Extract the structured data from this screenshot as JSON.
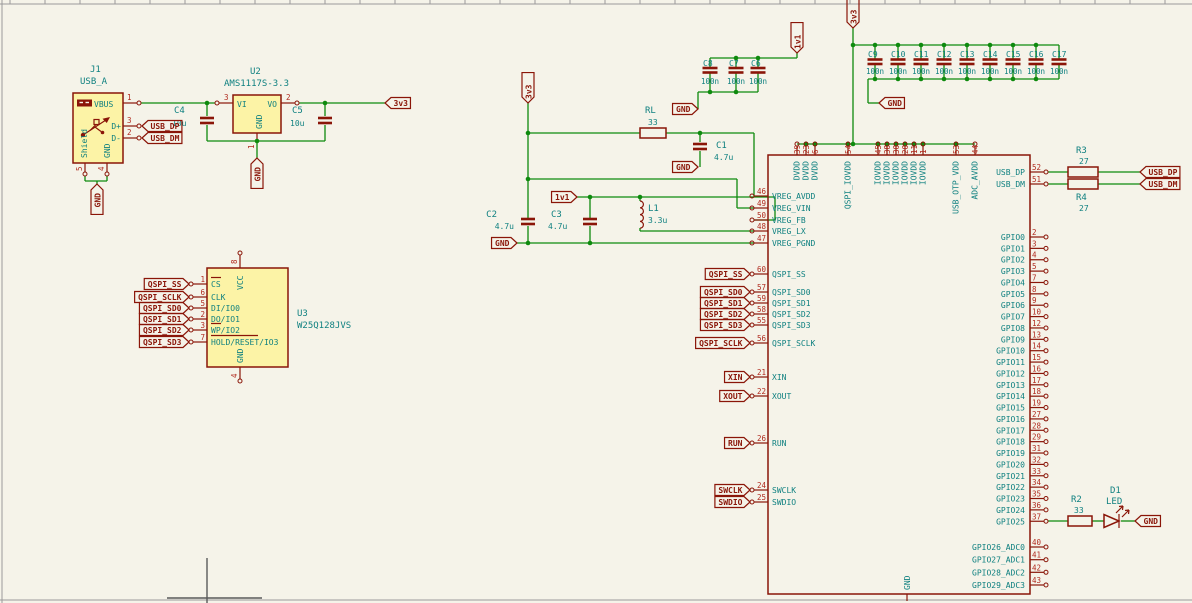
{
  "colors": {
    "wire_green": "#0E8A0E",
    "symbol_red": "#8A1508",
    "pin_number_red": "#B02A1E",
    "text_teal": "#0F8080",
    "body_yellow": "#FCF3A6",
    "background": "#F5F3E9"
  },
  "j1": {
    "ref": "J1",
    "value": "USB_A",
    "pin_vbus": "VBUS",
    "pin_dp": "D+",
    "pin_dm": "D-",
    "pin_gnd": "GND",
    "pin_shield": "Shield",
    "num_vbus": "1",
    "num_dp": "3",
    "num_dm": "2",
    "num_gnd": "4",
    "num_shield": "5",
    "label_dp": "USB_DP",
    "label_dm": "USB_DM",
    "gnd_flag": "GND"
  },
  "u2": {
    "ref": "U2",
    "value": "AMS1117S-3.3",
    "pin_vi": "VI",
    "pin_vo": "VO",
    "pin_gnd": "GND",
    "num_vi": "3",
    "num_vo": "2",
    "num_gnd": "1",
    "gnd_flag": "GND",
    "power_3v3": "3v3"
  },
  "c4": {
    "ref": "C4",
    "value": "10u"
  },
  "c5": {
    "ref": "C5",
    "value": "10u"
  },
  "u3": {
    "ref": "U3",
    "value": "W25Q128JVS",
    "pin_vcc": "VCC",
    "num_vcc": "8",
    "pin_gnd": "GND",
    "num_gnd": "4",
    "pins": [
      {
        "num": "1",
        "name": "CS",
        "label": "QSPI_SS"
      },
      {
        "num": "6",
        "name": "CLK",
        "label": "QSPI_SCLK"
      },
      {
        "num": "5",
        "name": "DI/IO0",
        "label": "QSPI_SD0"
      },
      {
        "num": "2",
        "name": "DO/IO1",
        "label": "QSPI_SD1"
      },
      {
        "num": "3",
        "name": "WP/IO2",
        "label": "QSPI_SD2"
      },
      {
        "num": "7",
        "name": "HOLD/RESET/IO3",
        "label": "QSPI_SD3"
      }
    ]
  },
  "vreg": {
    "power_3v3": "3v3",
    "power_1v1": "1v1",
    "gnd_left": "GND",
    "gnd_c1": "GND",
    "rl": {
      "ref": "RL",
      "value": "33"
    },
    "c1": {
      "ref": "C1",
      "value": "4.7u"
    },
    "c2": {
      "ref": "C2",
      "value": "4.7u"
    },
    "c3": {
      "ref": "C3",
      "value": "4.7u"
    },
    "l1": {
      "ref": "L1",
      "value": "3.3u"
    }
  },
  "bank_small": {
    "caps": [
      {
        "ref": "C8",
        "value": "100n"
      },
      {
        "ref": "C7",
        "value": "100n"
      },
      {
        "ref": "C6",
        "value": "100n"
      }
    ],
    "power_1v1": "1v1",
    "gnd": "GND"
  },
  "bank_main": {
    "caps": [
      {
        "ref": "C9",
        "value": "100n"
      },
      {
        "ref": "C10",
        "value": "100n"
      },
      {
        "ref": "C11",
        "value": "100n"
      },
      {
        "ref": "C12",
        "value": "100n"
      },
      {
        "ref": "C13",
        "value": "100n"
      },
      {
        "ref": "C14",
        "value": "100n"
      },
      {
        "ref": "C15",
        "value": "100n"
      },
      {
        "ref": "C16",
        "value": "100n"
      },
      {
        "ref": "C17",
        "value": "100n"
      }
    ],
    "power_3v3": "3v3",
    "gnd": "GND"
  },
  "mcu": {
    "top_pins": [
      {
        "num": "39",
        "name": "DVDD"
      },
      {
        "num": "23",
        "name": "DVDD"
      },
      {
        "num": "6",
        "name": "DVDD"
      },
      {
        "num": "54",
        "name": "QSPI_IOVDD"
      },
      {
        "num": "45",
        "name": "IOVDD"
      },
      {
        "num": "38",
        "name": "IOVDD"
      },
      {
        "num": "30",
        "name": "IOVDD"
      },
      {
        "num": "20",
        "name": "IOVDD"
      },
      {
        "num": "11",
        "name": "IOVDD"
      },
      {
        "num": "1",
        "name": "IOVDD"
      },
      {
        "num": "53",
        "name": "USB_OTP_VDD"
      },
      {
        "num": "44",
        "name": "ADC_AVDD"
      }
    ],
    "left_vreg": [
      {
        "num": "46",
        "name": "VREG_AVDD"
      },
      {
        "num": "49",
        "name": "VREG_VIN"
      },
      {
        "num": "50",
        "name": "VREG_FB"
      },
      {
        "num": "48",
        "name": "VREG_LX"
      },
      {
        "num": "47",
        "name": "VREG_PGND"
      }
    ],
    "left_qspi": [
      {
        "num": "60",
        "name": "QSPI_SS",
        "label": "QSPI_SS"
      },
      {
        "num": "57",
        "name": "QSPI_SD0",
        "label": "QSPI_SD0"
      },
      {
        "num": "59",
        "name": "QSPI_SD1",
        "label": "QSPI_SD1"
      },
      {
        "num": "58",
        "name": "QSPI_SD2",
        "label": "QSPI_SD2"
      },
      {
        "num": "55",
        "name": "QSPI_SD3",
        "label": "QSPI_SD3"
      },
      {
        "num": "56",
        "name": "QSPI_SCLK",
        "label": "QSPI_SCLK"
      }
    ],
    "left_misc": [
      {
        "num": "21",
        "name": "XIN",
        "label": "XIN"
      },
      {
        "num": "22",
        "name": "XOUT",
        "label": "XOUT"
      },
      {
        "num": "26",
        "name": "RUN",
        "label": "RUN"
      },
      {
        "num": "24",
        "name": "SWCLK",
        "label": "SWCLK"
      },
      {
        "num": "25",
        "name": "SWDIO",
        "label": "SWDIO"
      }
    ],
    "right_usb": [
      {
        "num": "52",
        "name": "USB_DP"
      },
      {
        "num": "51",
        "name": "USB_DM"
      }
    ],
    "right_gpio": [
      {
        "num": "2",
        "name": "GPIO0"
      },
      {
        "num": "3",
        "name": "GPIO1"
      },
      {
        "num": "4",
        "name": "GPIO2"
      },
      {
        "num": "5",
        "name": "GPIO3"
      },
      {
        "num": "7",
        "name": "GPIO4"
      },
      {
        "num": "8",
        "name": "GPIO5"
      },
      {
        "num": "9",
        "name": "GPIO6"
      },
      {
        "num": "10",
        "name": "GPIO7"
      },
      {
        "num": "12",
        "name": "GPIO8"
      },
      {
        "num": "13",
        "name": "GPIO9"
      },
      {
        "num": "14",
        "name": "GPIO10"
      },
      {
        "num": "15",
        "name": "GPIO11"
      },
      {
        "num": "16",
        "name": "GPIO12"
      },
      {
        "num": "17",
        "name": "GPIO13"
      },
      {
        "num": "18",
        "name": "GPIO14"
      },
      {
        "num": "19",
        "name": "GPIO15"
      },
      {
        "num": "27",
        "name": "GPIO16"
      },
      {
        "num": "28",
        "name": "GPIO17"
      },
      {
        "num": "29",
        "name": "GPIO18"
      },
      {
        "num": "31",
        "name": "GPIO19"
      },
      {
        "num": "32",
        "name": "GPIO20"
      },
      {
        "num": "33",
        "name": "GPIO21"
      },
      {
        "num": "34",
        "name": "GPIO22"
      },
      {
        "num": "35",
        "name": "GPIO23"
      },
      {
        "num": "36",
        "name": "GPIO24"
      },
      {
        "num": "37",
        "name": "GPIO25"
      }
    ],
    "right_adc": [
      {
        "num": "40",
        "name": "GPIO26_ADC0"
      },
      {
        "num": "41",
        "name": "GPIO27_ADC1"
      },
      {
        "num": "42",
        "name": "GPIO28_ADC2"
      },
      {
        "num": "43",
        "name": "GPIO29_ADC3"
      }
    ],
    "bottom_gnd": "GND"
  },
  "usb_term": {
    "r3": {
      "ref": "R3",
      "value": "27"
    },
    "r4": {
      "ref": "R4",
      "value": "27"
    },
    "label_dp": "USB_DP",
    "label_dm": "USB_DM"
  },
  "led": {
    "r2": {
      "ref": "R2",
      "value": "33"
    },
    "d1_ref": "D1",
    "d1_value": "LED",
    "gnd": "GND"
  }
}
